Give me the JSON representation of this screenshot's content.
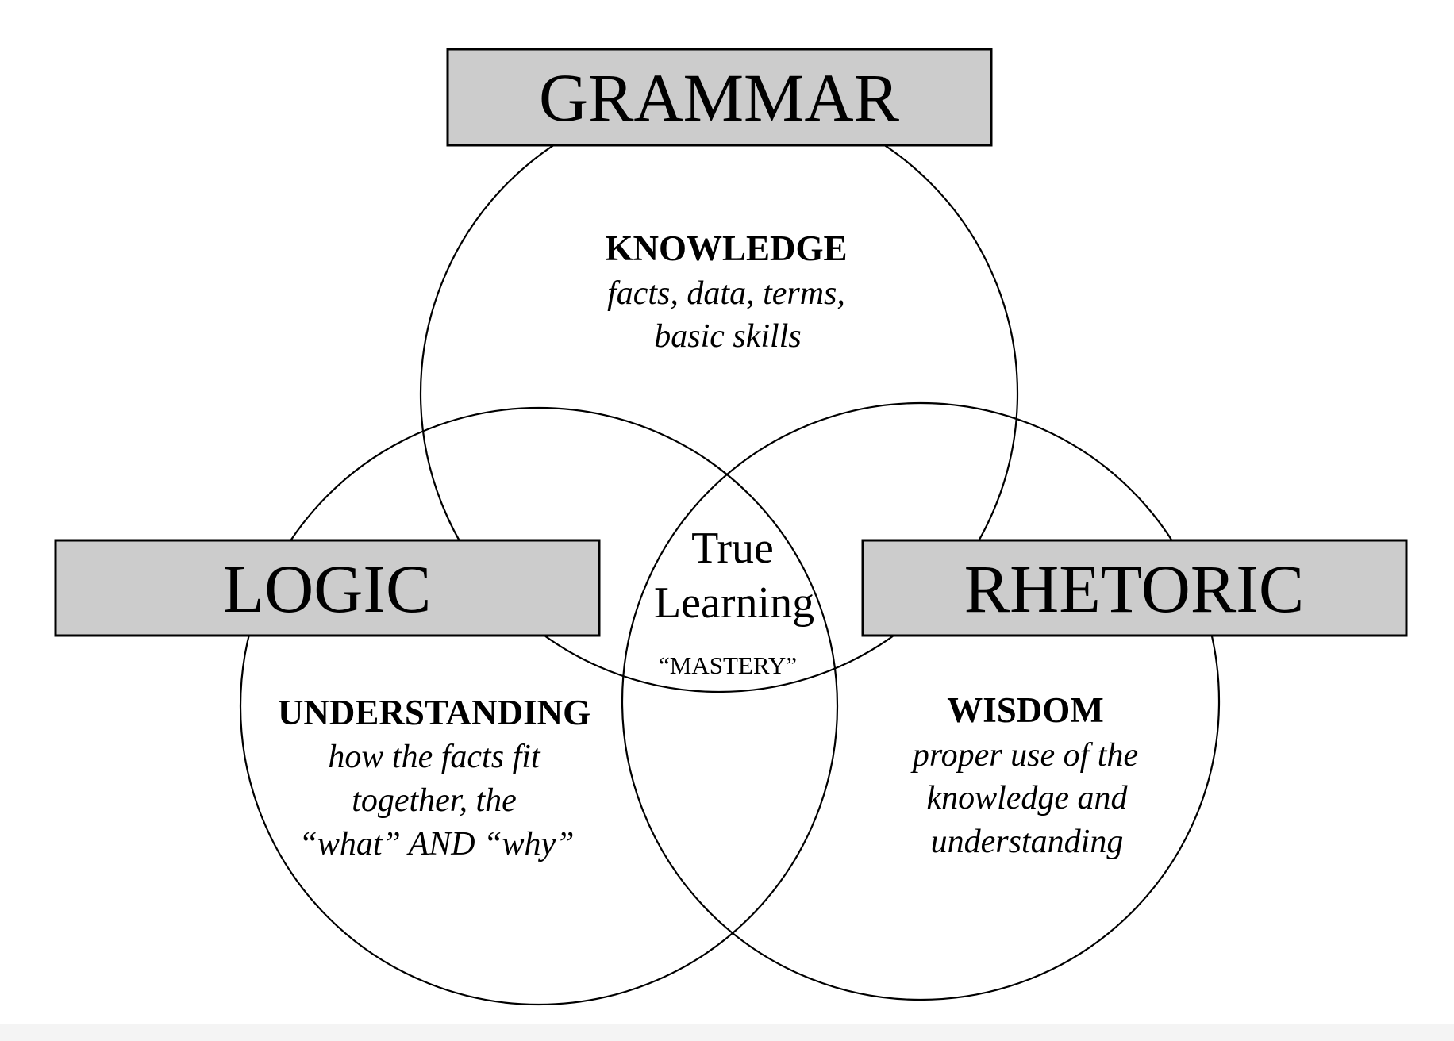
{
  "diagram": {
    "grammar": {
      "label": "GRAMMAR",
      "heading": "KNOWLEDGE",
      "lines": [
        "facts, data, terms,",
        "basic skills"
      ]
    },
    "logic": {
      "label": "LOGIC",
      "heading": "UNDERSTANDING",
      "lines": [
        "how the facts fit",
        "together, the",
        "“what” AND “why”"
      ]
    },
    "rhetoric": {
      "label": "RHETORIC",
      "heading": "WISDOM",
      "lines": [
        "proper use of  the",
        "knowledge and",
        "understanding"
      ]
    },
    "center": {
      "lines": [
        "True",
        "Learning"
      ],
      "subtitle": "“MASTERY”"
    },
    "colors": {
      "box_fill": "#cccccc",
      "stroke": "#000000"
    }
  }
}
